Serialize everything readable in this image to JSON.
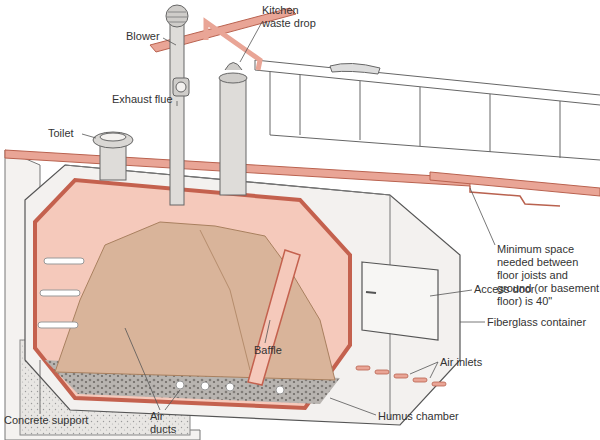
{
  "diagram": {
    "labels": [
      "Blower",
      "Kitchen waste drop",
      "Exhaust flue",
      "Toilet",
      "Minimum space needed between floor joists and ground (or basement floor) is 40\"",
      "Access door",
      "Fiberglass container",
      "Air inlets",
      "Baffle",
      "Humus chamber",
      "Concrete support",
      "Air ducts"
    ]
  }
}
